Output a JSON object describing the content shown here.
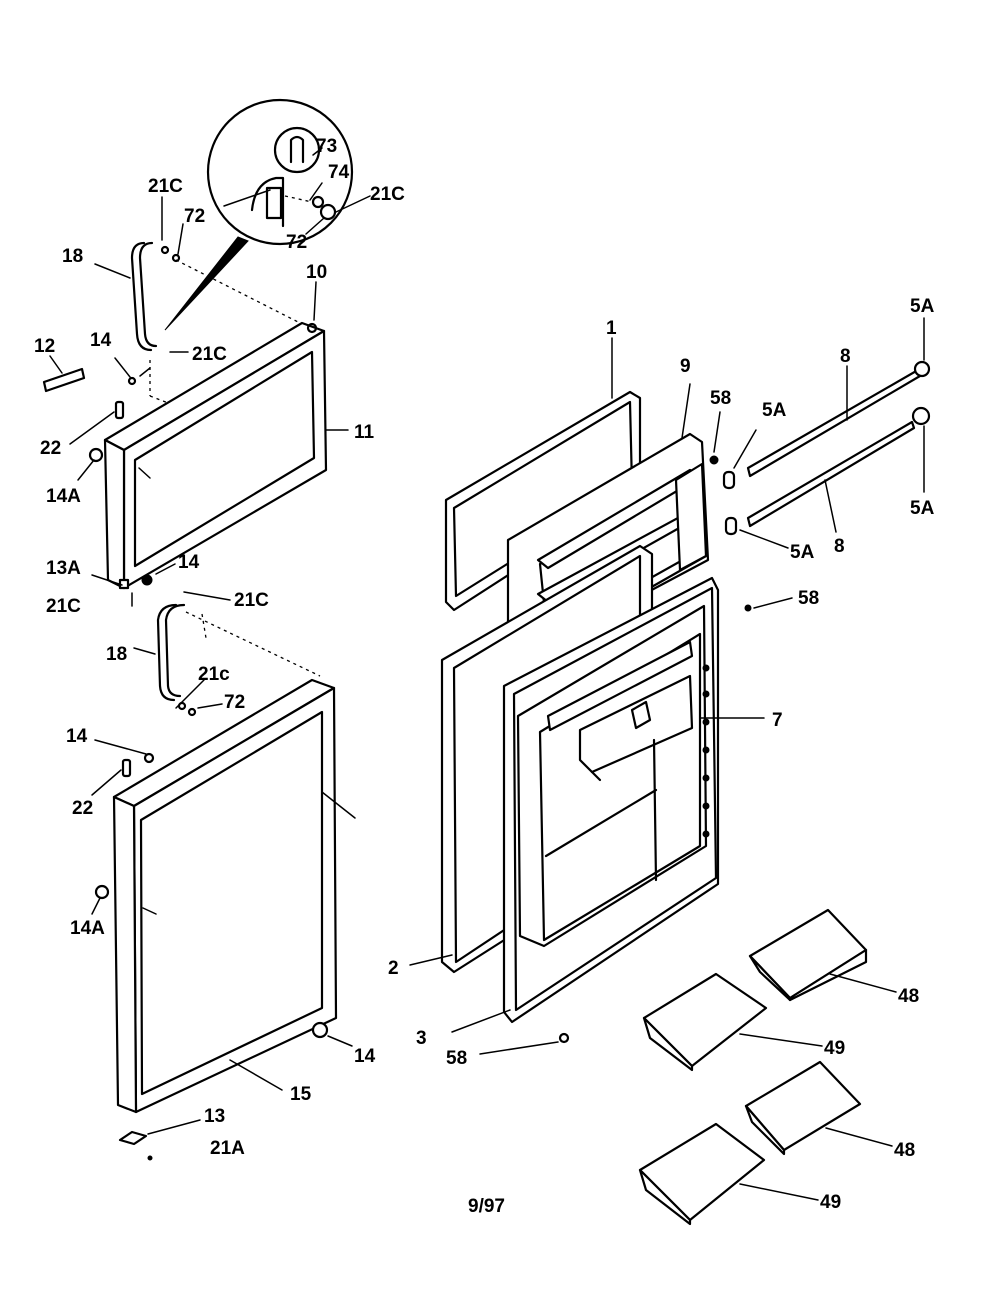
{
  "labels": {
    "p73": "73",
    "p74": "74",
    "p21c_detail": "21C",
    "p72_detail": "72",
    "p21c_top": "21C",
    "p72_top": "72",
    "p18_top": "18",
    "p10": "10",
    "p21c_mid": "21C",
    "p12": "12",
    "p14_upper": "14",
    "p22_upper": "22",
    "p11": "11",
    "p14a_upper": "14A",
    "p13a": "13A",
    "p14_lower_frame": "14",
    "p21c_left": "21C",
    "p21c_right": "21C",
    "p18_bottom": "18",
    "p21c_lower": "21c",
    "p72_lower": "72",
    "p14_bottom_left": "14",
    "p22_lower": "22",
    "p14a_lower": "14A",
    "p14_bottom_right": "14",
    "p15": "15",
    "p13": "13",
    "p21a": "21A",
    "p1": "1",
    "p9": "9",
    "p58_top": "58",
    "p5a_mid": "5A",
    "p8_top": "8",
    "p5a_top_right": "5A",
    "p5a_right": "5A",
    "p5a_lower": "5A",
    "p8_bottom": "8",
    "p58_mid": "58",
    "p7": "7",
    "p2": "2",
    "p3": "3",
    "p58_bottom": "58",
    "p48_top": "48",
    "p49_top": "49",
    "p48_bottom": "48",
    "p49_bottom": "49",
    "date_code": "9/97"
  }
}
